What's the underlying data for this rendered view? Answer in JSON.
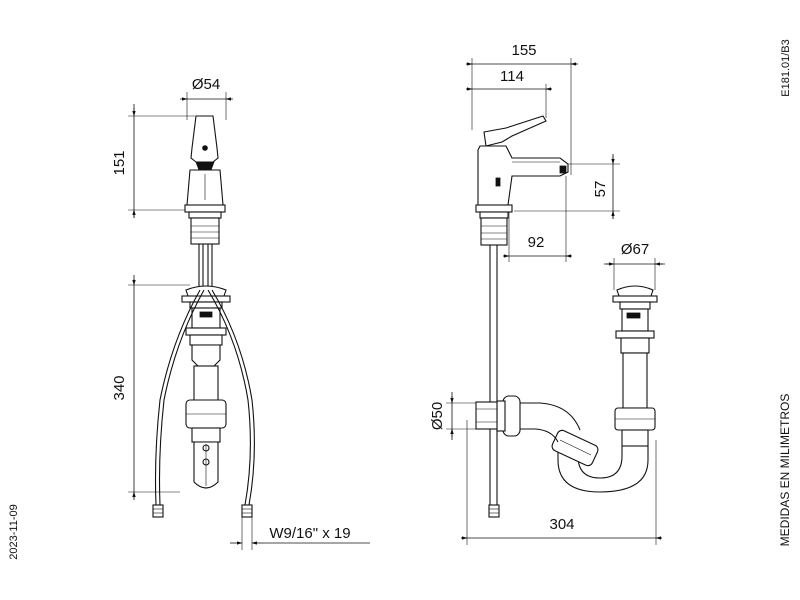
{
  "drawing_code": "E181.01/B3",
  "date": "2023-11-09",
  "units_note": "MEDIDAS EN MILIMETROS",
  "front_view": {
    "width_label": "Ø54",
    "height_top_label": "151",
    "height_bottom_label": "340",
    "thread_label": "W9/16\" x 19"
  },
  "side_view": {
    "total_width_label": "155",
    "spout_width_label": "114",
    "spout_height_label": "57",
    "spout_reach_label": "92",
    "drain_diameter_label": "Ø67",
    "trap_diameter_label": "Ø50",
    "trap_length_label": "304"
  }
}
